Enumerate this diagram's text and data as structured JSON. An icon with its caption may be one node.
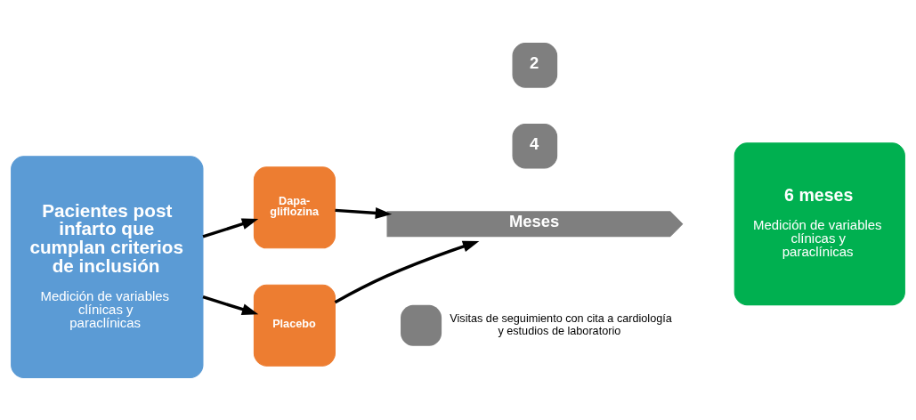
{
  "diagram": {
    "nodes": [
      {
        "text": [
          "Pacientes post infarto que cumplan criterios de inclusión",
          "Medición de variables clínicas y paraclínicas"
        ]
      },
      {
        "text": [
          "Dapa- gliflozina"
        ]
      },
      {
        "text": [
          "Placebo"
        ]
      },
      {
        "text": [
          "Meses"
        ]
      },
      {
        "text": [
          "2"
        ]
      },
      {
        "text": [
          "4"
        ]
      },
      {
        "text": [
          "6 meses",
          "Medición de variables clínicas y paraclínicas"
        ]
      }
    ],
    "edges": [
      {
        "from": 0,
        "to": 1,
        "arrow": "to"
      },
      {
        "from": 0,
        "to": 2,
        "arrow": "to"
      },
      {
        "from": 1,
        "to": 3,
        "arrow": "to"
      },
      {
        "from": 2,
        "to": 3,
        "arrow": "to"
      }
    ],
    "legend": [
      {
        "text": "Visitas de seguimiento con cita a cardiología y estudios de laboratorio",
        "color": "#7f7f7f"
      }
    ]
  }
}
